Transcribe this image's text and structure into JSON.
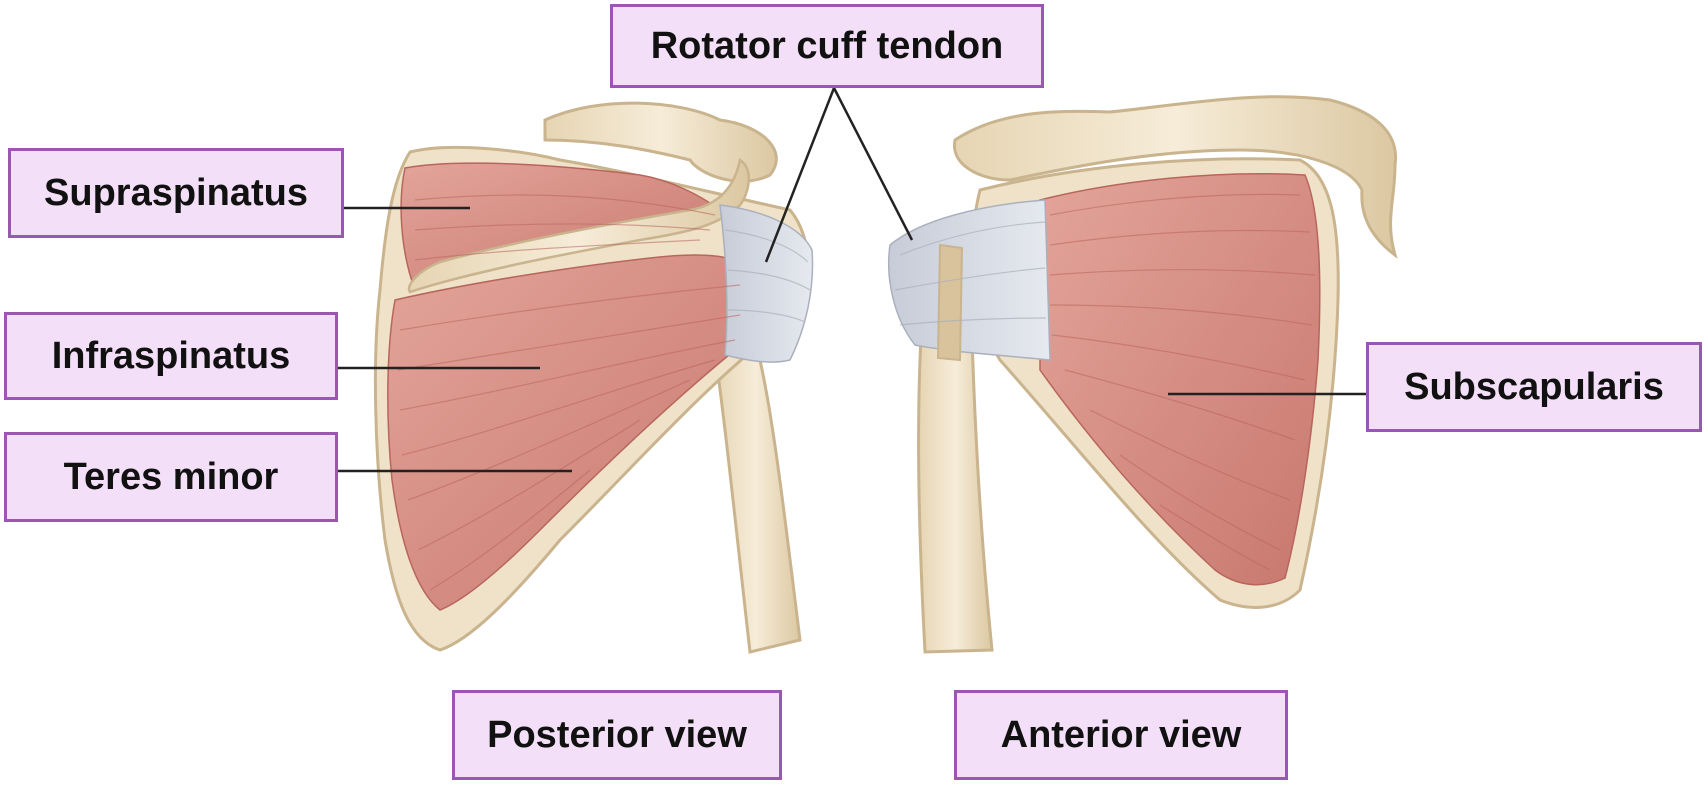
{
  "labels": {
    "rotator_cuff_tendon": "Rotator cuff tendon",
    "supraspinatus": "Supraspinatus",
    "infraspinatus": "Infraspinatus",
    "teres_minor": "Teres minor",
    "subscapularis": "Subscapularis",
    "posterior_view": "Posterior view",
    "anterior_view": "Anterior view"
  },
  "colors": {
    "label_fill": "#f3dff7",
    "label_border": "#9b56b3",
    "bone": "#efe2c8",
    "bone_outline": "#c9b48e",
    "muscle": "#d98f85",
    "muscle_fiber": "#b8655c",
    "tendon": "#d5d9e1",
    "leader_line": "#222222"
  }
}
